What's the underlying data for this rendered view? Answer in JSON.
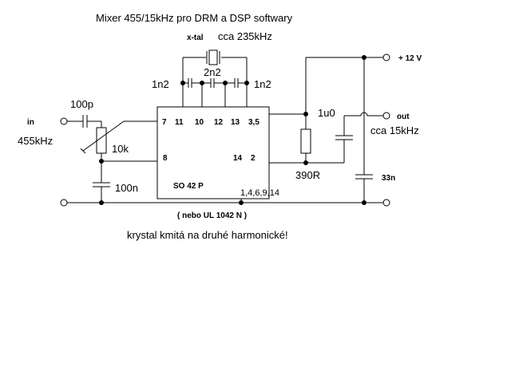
{
  "title": "Mixer 455/15kHz pro DRM a DSP softwary",
  "crystal": {
    "label": "x-tal",
    "freq": "cca 235kHz"
  },
  "caps": {
    "c_left": "1n2",
    "c_mid": "2n2",
    "c_right": "1n2",
    "c_in": "100p",
    "c_gnd": "100n",
    "c_out": "1u0",
    "c_supply": "33n"
  },
  "resistors": {
    "pot": "10k",
    "r_load": "390R"
  },
  "input": {
    "label": "in",
    "freq": "455kHz"
  },
  "output": {
    "label": "out",
    "freq": "cca 15kHz"
  },
  "supply": "+ 12 V",
  "ic": {
    "name": "SO 42 P",
    "alt": "( nebo UL 1042 N )",
    "top_pins": [
      "7",
      "11",
      "10",
      "12",
      "13",
      "3,5"
    ],
    "left_pin": "8",
    "right_pins": [
      "14",
      "2"
    ],
    "gnd_pins": "1,4,6,9,14"
  },
  "note": "krystal kmitá na druhé harmonické!"
}
